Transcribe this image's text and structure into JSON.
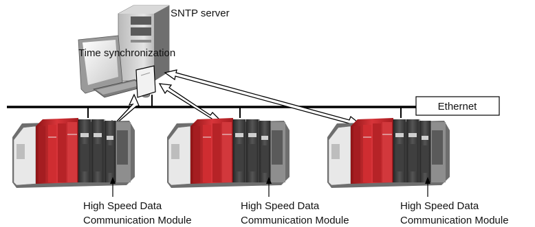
{
  "server": {
    "label": "SNTP server",
    "sync_label": "Time synchronization"
  },
  "network": {
    "label": "Ethernet"
  },
  "modules": [
    {
      "label_line1": "High Speed Data",
      "label_line2": "Communication Module"
    },
    {
      "label_line1": "High Speed Data",
      "label_line2": "Communication Module"
    },
    {
      "label_line1": "High Speed Data",
      "label_line2": "Communication Module"
    }
  ],
  "colors": {
    "plc_red": "#c8262a",
    "plc_dark": "#3a3a3a",
    "plc_gray": "#8c8c8c",
    "line": "#000000"
  }
}
